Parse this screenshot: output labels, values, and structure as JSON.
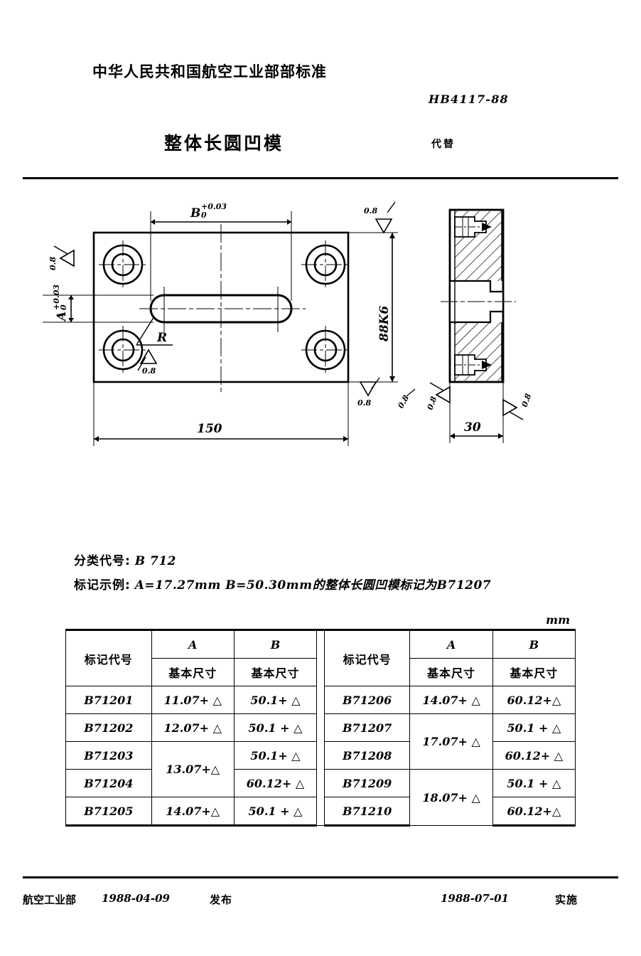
{
  "header": {
    "organization": "中华人民共和国航空工业部部标准",
    "standard_number": "HB4117-88",
    "title": "整体长圆凹模",
    "substitute_label": "代替"
  },
  "drawing": {
    "front_view": {
      "width_dim": "150",
      "height_dim": "88K6",
      "slot_length_label": "B",
      "slot_length_tol_upper": "+0.03",
      "slot_length_tol_lower": "0",
      "slot_width_label": "A",
      "slot_width_tol_upper": "+0.03",
      "slot_width_tol_lower": "0",
      "radius_label": "R",
      "finish_top_right": "0.8",
      "finish_top_left": "0.8",
      "finish_bottom": "0.8",
      "finish_right": "0.8",
      "finish_slot": "0.8"
    },
    "section_view": {
      "thickness_dim": "30",
      "finish_left": "0.8",
      "finish_right": "0.8"
    }
  },
  "notes": {
    "classification_label": "分类代号",
    "classification_sep": ":",
    "classification_value": "B 712",
    "example_label": "标记示例",
    "example_sep": ":",
    "example_value": "A=17.27mm  B=50.30mm的整体长圆凹模标记为B71207"
  },
  "table": {
    "unit": "mm",
    "headers": {
      "code": "标记代号",
      "a": "A",
      "b": "B",
      "basic_size": "基本尺寸"
    },
    "left_rows": [
      {
        "code": "B71201",
        "a": "11.07+ △",
        "b": "50.1+ △"
      },
      {
        "code": "B71202",
        "a": "12.07+ △",
        "b": "50.1 + △"
      },
      {
        "code": "B71203",
        "a": "13.07+△",
        "b": "50.1+ △"
      },
      {
        "code": "B71204",
        "a": "",
        "b": "60.12+ △"
      },
      {
        "code": "B71205",
        "a": "14.07+△",
        "b": "50.1 + △"
      }
    ],
    "right_rows": [
      {
        "code": "B71206",
        "a": "14.07+ △",
        "b": "60.12+△"
      },
      {
        "code": "B71207",
        "a": "17.07+ △",
        "b": "50.1 + △"
      },
      {
        "code": "B71208",
        "a": "",
        "b": "60.12+ △"
      },
      {
        "code": "B71209",
        "a": "18.07+ △",
        "b": "50.1 + △"
      },
      {
        "code": "B71210",
        "a": "",
        "b": "60.12+△"
      }
    ]
  },
  "footer": {
    "issuer": "航空工业部",
    "issue_date": "1988-04-09",
    "publish_label": "发布",
    "effective_date": "1988-07-01",
    "implement_label": "实施"
  }
}
